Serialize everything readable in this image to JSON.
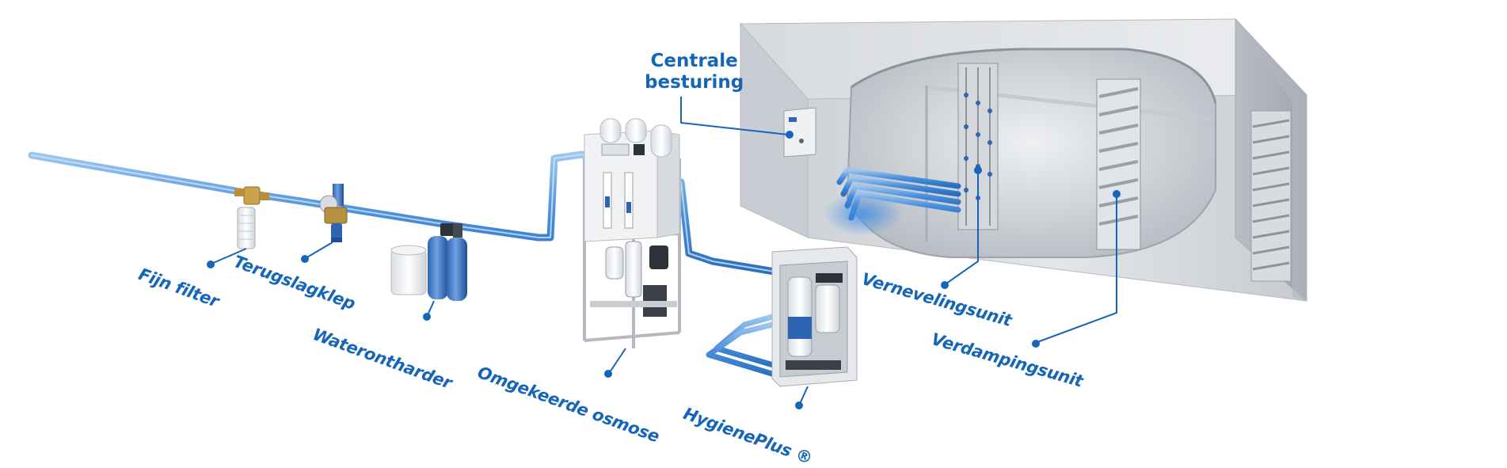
{
  "colors": {
    "accent": "#1565b8",
    "pipe": "#5a9be0",
    "steel_light": "#e9ebee",
    "steel_mid": "#c9cdd3",
    "steel_dark": "#a3a8b0"
  },
  "labels": {
    "fijn_filter": "Fijn filter",
    "terugslagklep": "Terugslagklep",
    "waterontharder": "Waterontharder",
    "omgekeerde_osmose": "Omgekeerde osmose",
    "hygieneplus": "HygienePlus ®",
    "centrale_besturing_line1": "Centrale",
    "centrale_besturing_line2": "besturing",
    "vernevelingsunit": "Vernevelingsunit",
    "verdampingsunit": "Verdampingsunit"
  }
}
